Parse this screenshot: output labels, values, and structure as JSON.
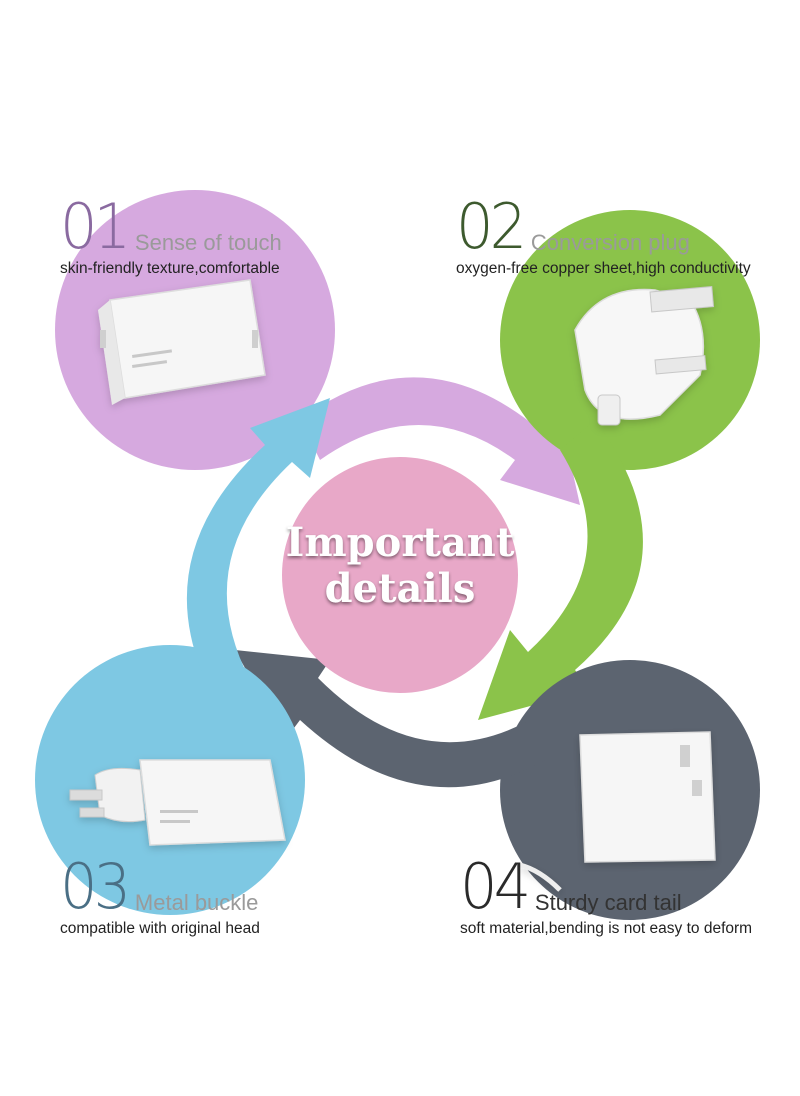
{
  "center": {
    "line1": "Important",
    "line2": "details"
  },
  "colors": {
    "purple": "#d6a9df",
    "green": "#8bc34a",
    "blue": "#7ec8e3",
    "slate": "#5c6470",
    "pink": "#e8a8c8",
    "num_purple": "#8a6aa0",
    "num_green": "#3d5a2e",
    "num_blue": "#4a6f85",
    "num_dark": "#2a2a2a"
  },
  "features": [
    {
      "number": "01",
      "title": "Sense of touch",
      "description": "skin-friendly texture,comfortable"
    },
    {
      "number": "02",
      "title": "Conversion plug",
      "description": "oxygen-free copper sheet,high conductivity"
    },
    {
      "number": "03",
      "title": "Metal buckle",
      "description": "compatible with original head"
    },
    {
      "number": "04",
      "title": "Sturdy card tail",
      "description": "soft material,bending is not easy to deform"
    }
  ]
}
